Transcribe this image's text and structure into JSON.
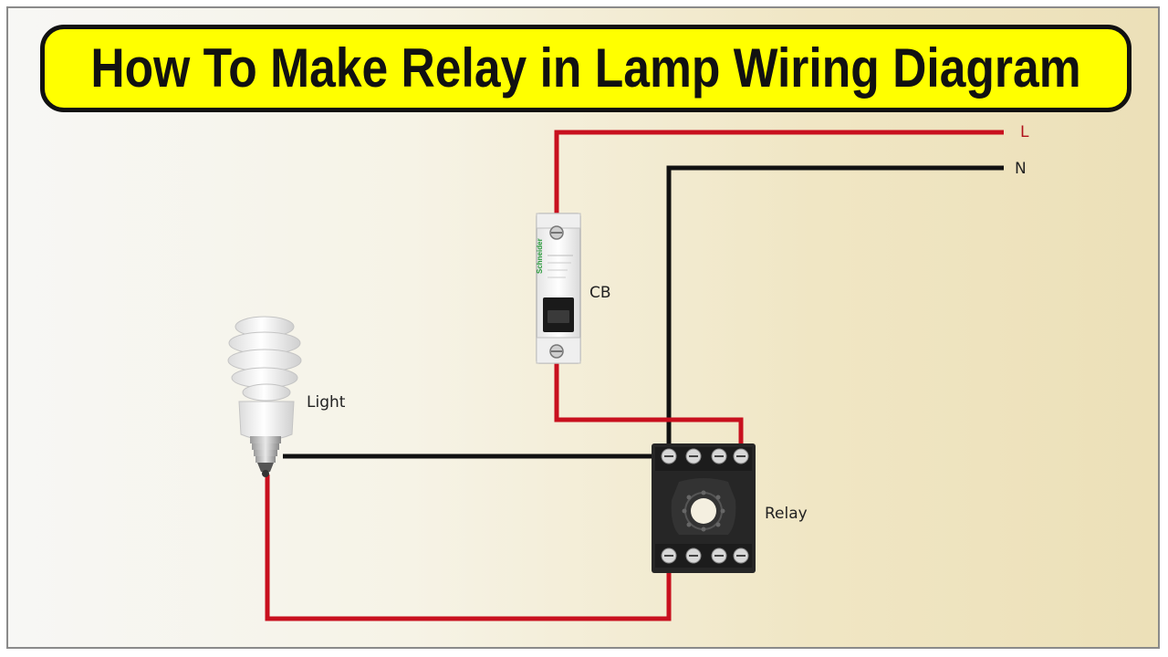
{
  "title": "How To Make Relay in Lamp Wiring Diagram",
  "labels": {
    "line": "L",
    "neutral": "N",
    "breaker": "CB",
    "lamp": "Light",
    "relay": "Relay"
  },
  "breaker_brand": "Schneider",
  "colors": {
    "title_background": "#ffff00",
    "live_wire": "#c8101e",
    "neutral_wire": "#111111",
    "line_label": "#b0101a"
  }
}
